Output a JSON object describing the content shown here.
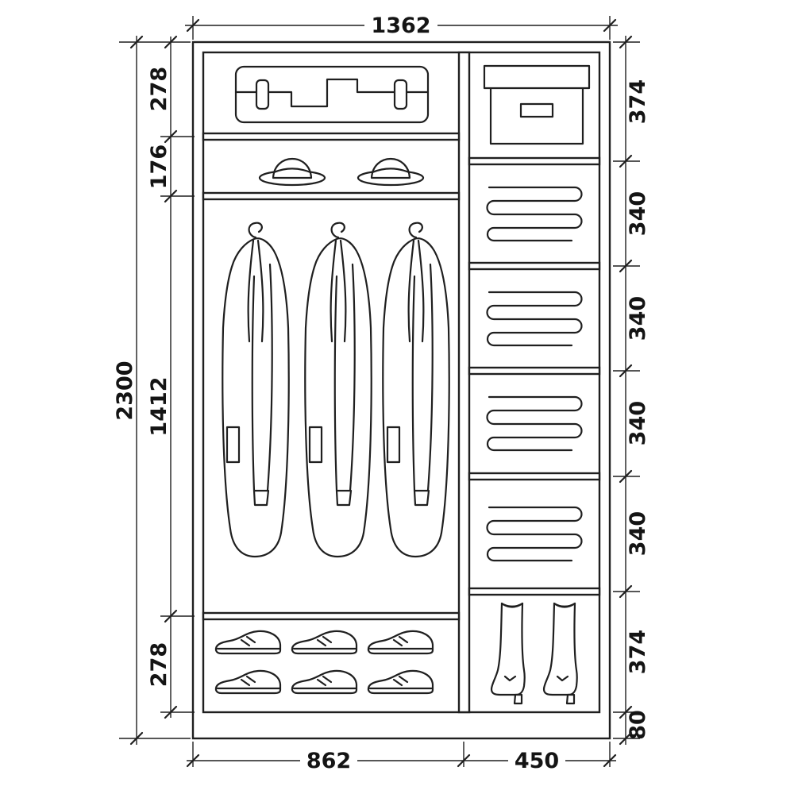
{
  "diagram": {
    "overall_width": "1362",
    "overall_height": "2300",
    "left_sections": [
      "278",
      "176",
      "1412",
      "278"
    ],
    "right_sections": [
      "374",
      "340",
      "340",
      "340",
      "340",
      "374",
      "80"
    ],
    "bottom_widths": [
      "862",
      "450"
    ],
    "contents": {
      "left_column": [
        "suitcase",
        "hats",
        "hanging-coats",
        "shoes"
      ],
      "right_column": [
        "storage-box",
        "folded-linen",
        "folded-linen",
        "folded-linen",
        "folded-linen",
        "boots"
      ]
    },
    "colors": {
      "line": "#1f1f1f",
      "background": "#ffffff"
    }
  }
}
